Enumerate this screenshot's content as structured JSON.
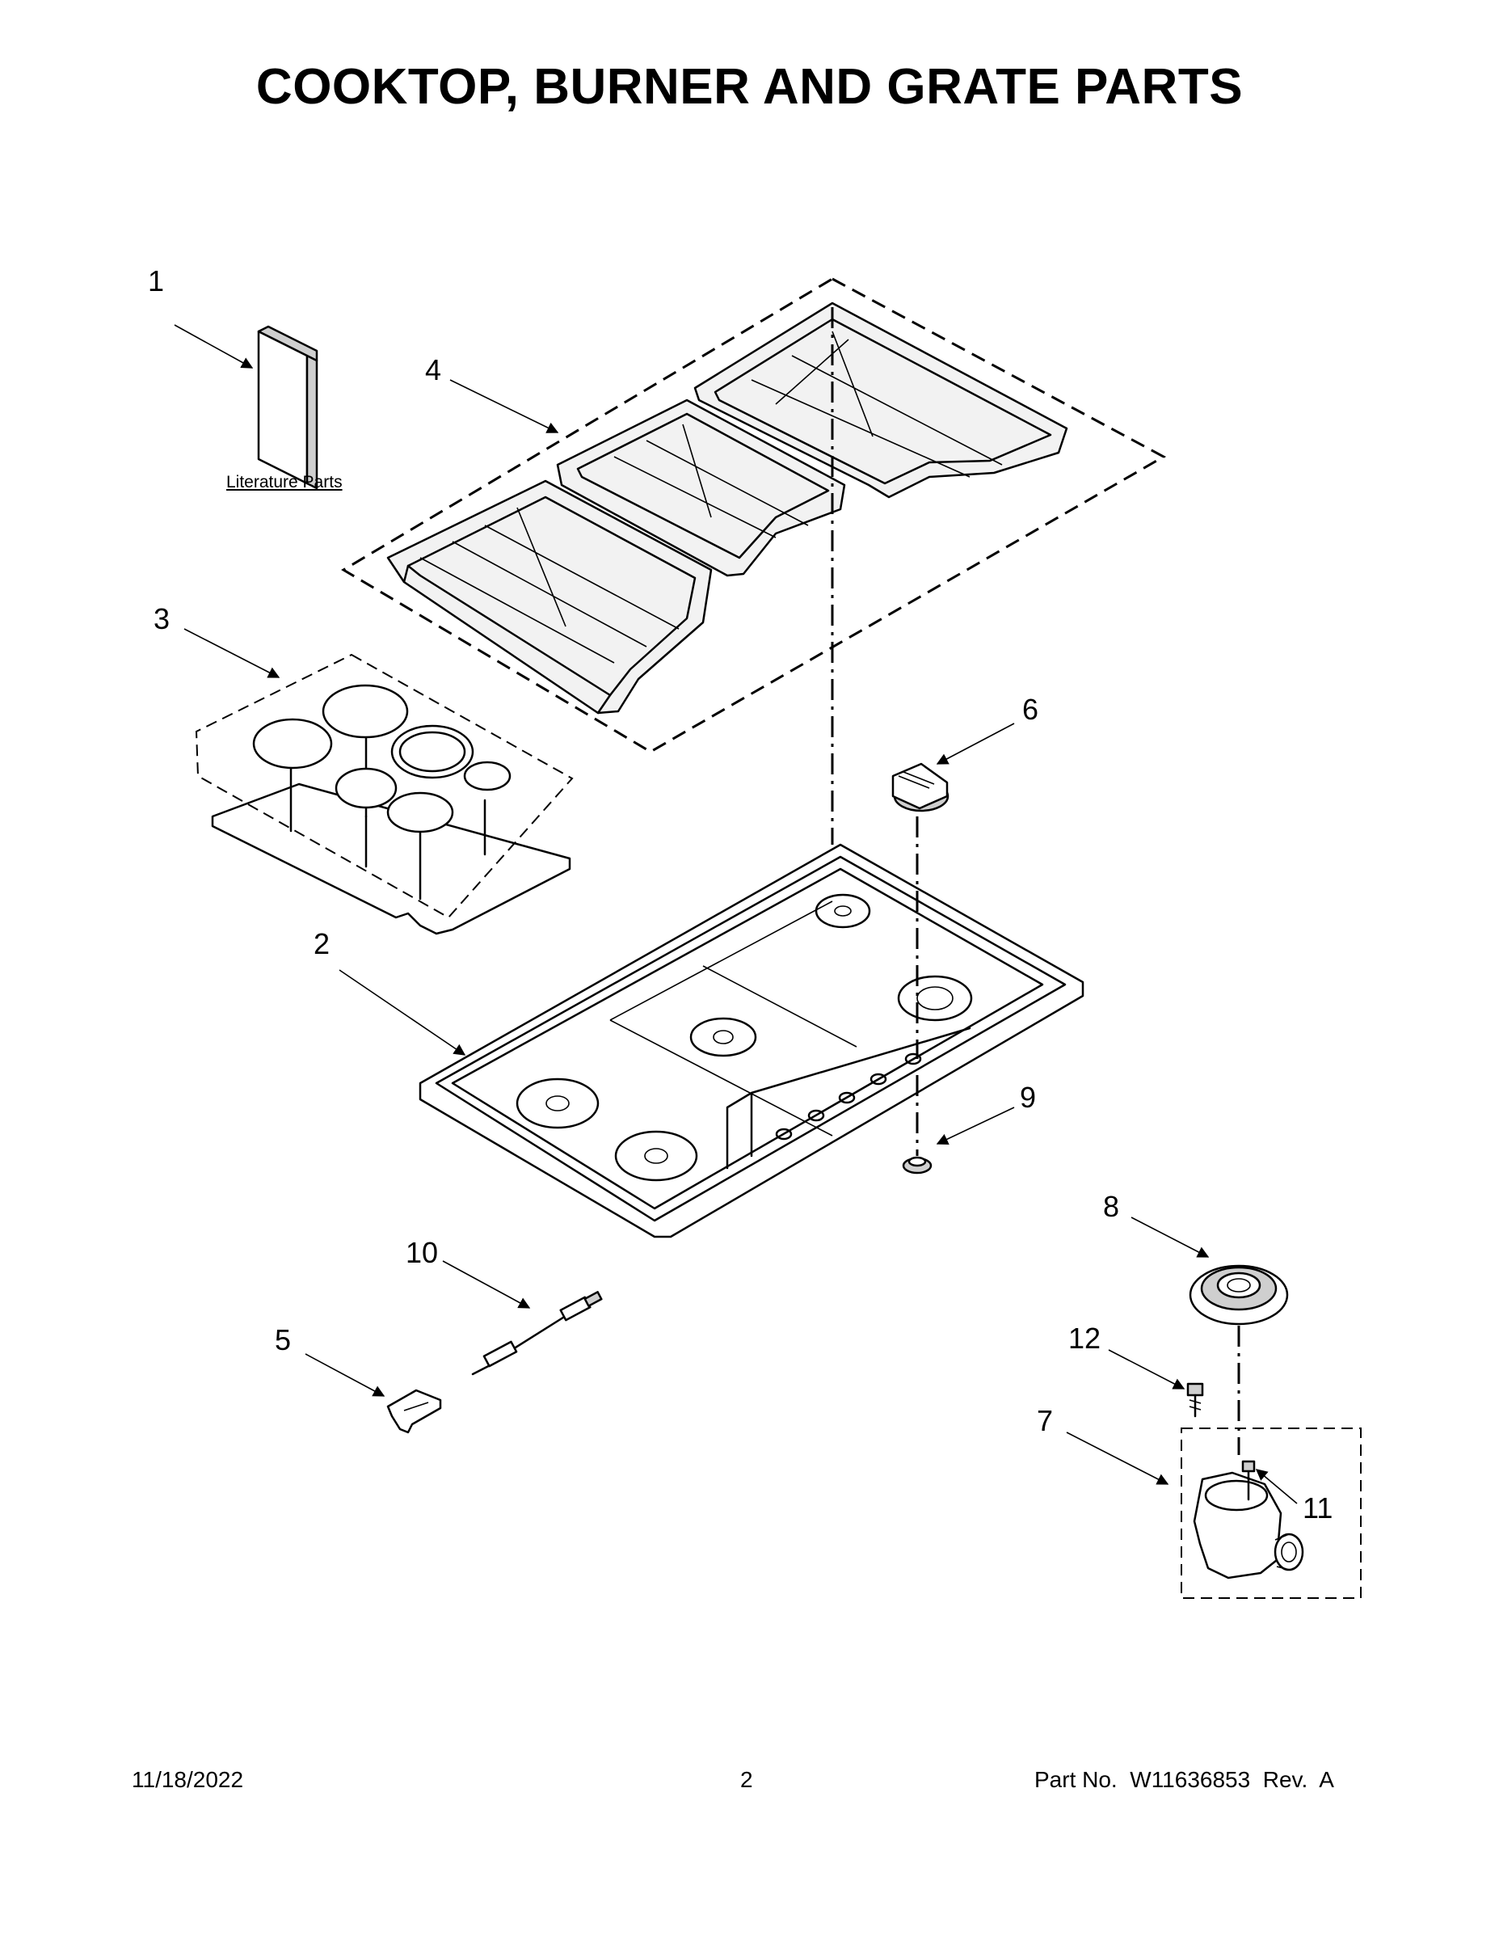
{
  "title": "COOKTOP, BURNER AND GRATE PARTS",
  "literature_label": "Literature Parts",
  "callouts": [
    {
      "id": "1",
      "label": "1"
    },
    {
      "id": "2",
      "label": "2"
    },
    {
      "id": "3",
      "label": "3"
    },
    {
      "id": "4",
      "label": "4"
    },
    {
      "id": "5",
      "label": "5"
    },
    {
      "id": "6",
      "label": "6"
    },
    {
      "id": "7",
      "label": "7"
    },
    {
      "id": "8",
      "label": "8"
    },
    {
      "id": "9",
      "label": "9"
    },
    {
      "id": "10",
      "label": "10"
    },
    {
      "id": "11",
      "label": "11"
    },
    {
      "id": "12",
      "label": "12"
    }
  ],
  "footer": {
    "date": "11/18/2022",
    "page": "2",
    "part_no": "Part No.  W11636853  Rev.  A"
  }
}
